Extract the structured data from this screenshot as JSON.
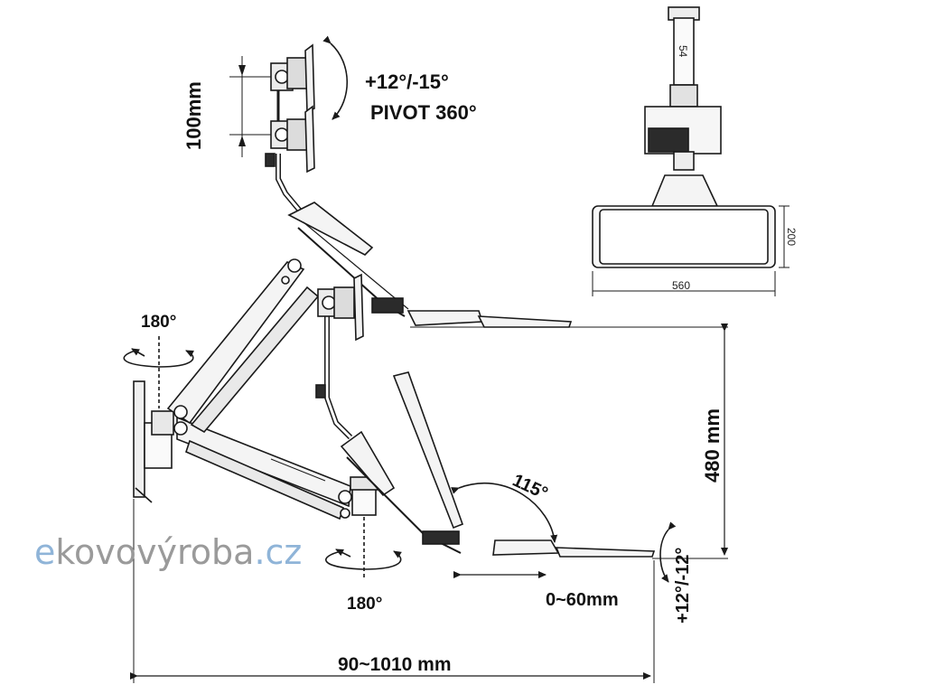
{
  "labels": {
    "monitor_spacing": "100mm",
    "tilt_range": "+12°/-15°",
    "pivot": "PIVOT 360°",
    "wall_rotation": "180°",
    "column_rotation": "180°",
    "keyboard_tilt_angle": "115°",
    "height_range": "480 mm",
    "tray_tilt": "+12°/-12°",
    "tray_slide": "0~60mm",
    "reach": "90~1010 mm",
    "top_view_post": "54",
    "top_view_depth": "200",
    "top_view_width": "560"
  },
  "watermark": {
    "part1": "e",
    "part2": "kovovýroba",
    "part3": ".cz"
  },
  "colors": {
    "line": "#1a1a1a",
    "arm_fill": "#f4f4f4",
    "dark_fill": "#2b2b2b",
    "watermark_blue": "#8fb4d8",
    "watermark_gray": "#9a9a9a"
  }
}
